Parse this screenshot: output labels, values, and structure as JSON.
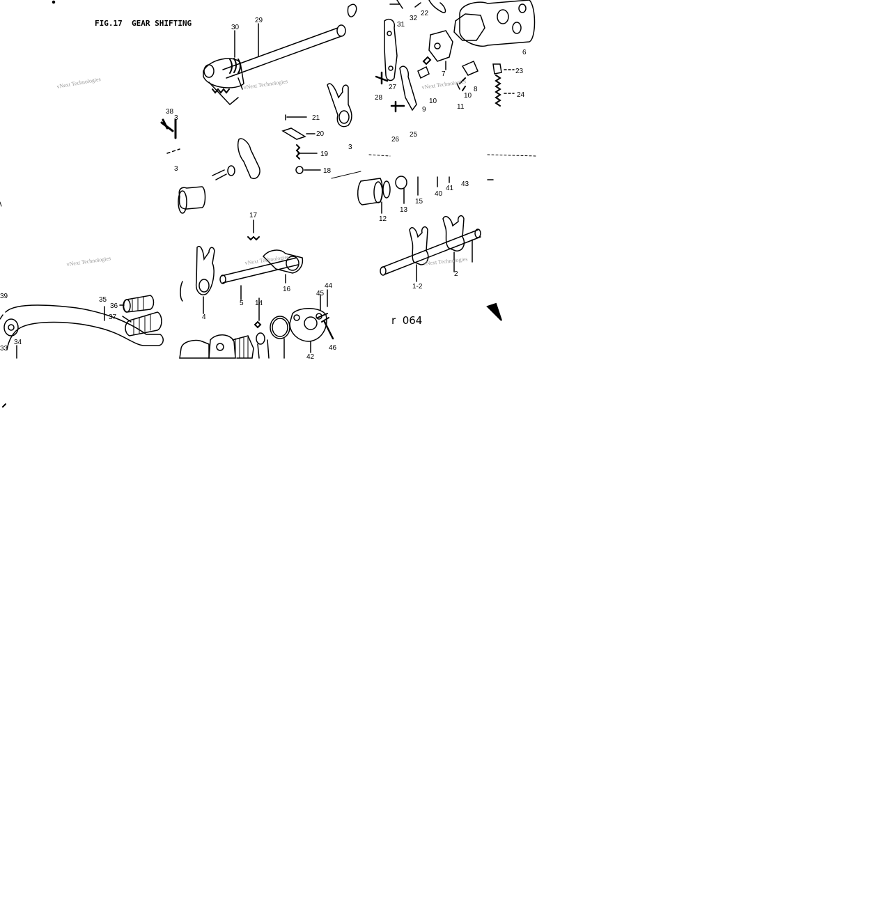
{
  "figure": {
    "title": "FIG.17  GEAR SHIFTING",
    "code": "r  064"
  },
  "watermark": "vNext Technologies",
  "part_labels": [
    "1-2",
    "2",
    "3",
    "3",
    "3",
    "4",
    "5",
    "6",
    "7",
    "8",
    "9",
    "10",
    "10",
    "11",
    "12",
    "13",
    "14",
    "15",
    "16",
    "17",
    "18",
    "19",
    "20",
    "21",
    "22",
    "23",
    "24",
    "25",
    "26",
    "27",
    "28",
    "29",
    "30",
    "31",
    "32",
    "33",
    "34",
    "35",
    "36",
    "37",
    "38",
    "39",
    "40",
    "41",
    "42",
    "43",
    "44",
    "45",
    "46"
  ],
  "colors": {
    "ink": "#000000",
    "watermark": "#9a9a9a",
    "background": "#ffffff"
  }
}
